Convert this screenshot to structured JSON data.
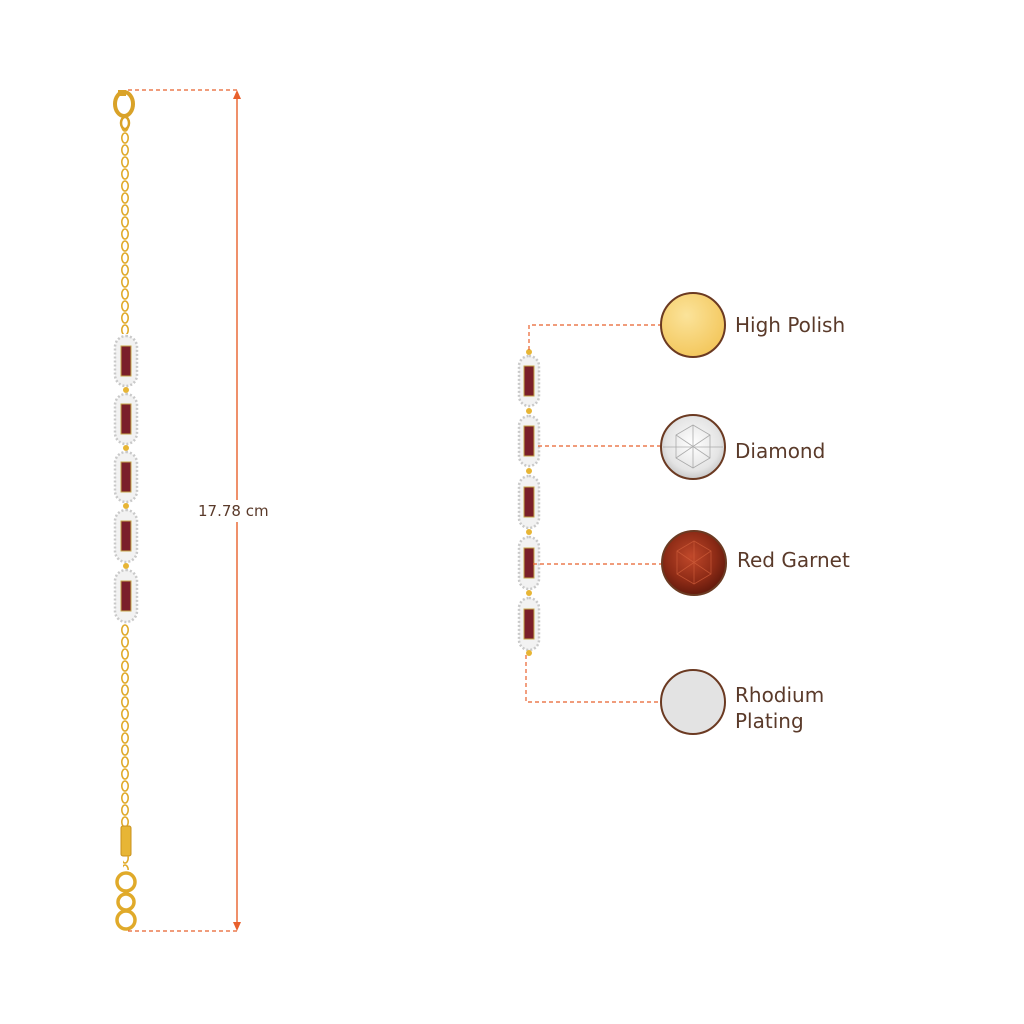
{
  "bracelet": {
    "length_label": "17.78 cm"
  },
  "materials": {
    "high_polish": {
      "label": "High Polish",
      "swatch_color": "#f5cf6c"
    },
    "diamond": {
      "label": "Diamond",
      "swatch_color": "#eeeeee"
    },
    "red_garnet": {
      "label": "Red Garnet",
      "swatch_color": "#8a2a14"
    },
    "rhodium": {
      "label_line1": "Rhodium",
      "label_line2": "Plating",
      "swatch_color": "#e2e2e2"
    }
  },
  "colors": {
    "gold": "#e7b535",
    "guide_line": "#e8602c",
    "text": "#5a3a2a",
    "swatch_border": "#6b3a22"
  }
}
